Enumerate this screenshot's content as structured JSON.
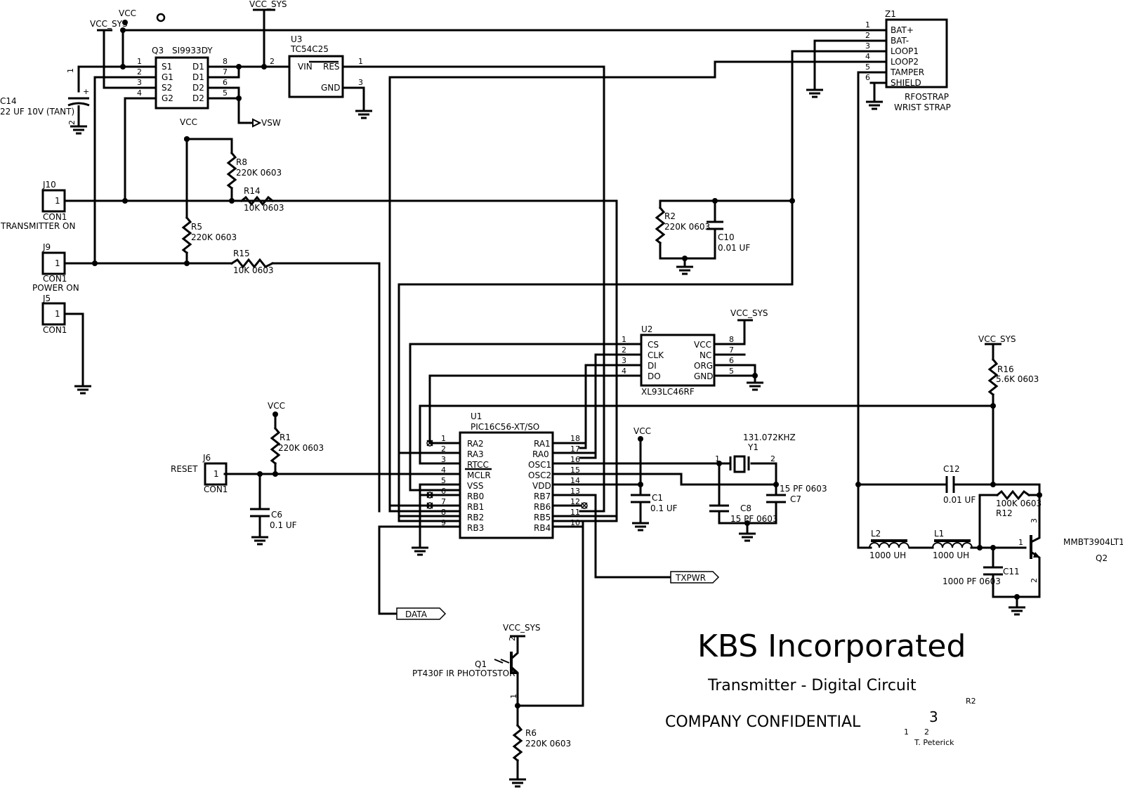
{
  "title_block": {
    "company": "KBS Incorporated",
    "subtitle": "Transmitter - Digital Circuit",
    "confidential": "COMPANY CONFIDENTIAL",
    "revision": "R2",
    "sheet": "3",
    "sheet_a": "1",
    "sheet_b": "2",
    "author": "T. Peterick"
  },
  "power_labels": {
    "vcc": "VCC",
    "vcc_sys": "VCC_SYS",
    "vsw": "VSW"
  },
  "components": {
    "q3": {
      "ref": "Q3",
      "part": "SI9933DY",
      "pins_left": [
        "S1",
        "G1",
        "S2",
        "G2"
      ],
      "pins_right": [
        "D1",
        "D1",
        "D2",
        "D2"
      ],
      "nums_left": [
        "1",
        "2",
        "3",
        "4"
      ],
      "nums_right": [
        "8",
        "7",
        "6",
        "5"
      ]
    },
    "u3": {
      "ref": "U3",
      "part": "TC54C25",
      "pin_vin": "VIN",
      "pin_res": "RES",
      "pin_gnd": "GND",
      "num_vin": "2",
      "num_res": "1",
      "num_gnd": "3"
    },
    "z1": {
      "ref": "Z1",
      "part": "RFOSTRAP",
      "desc": "WRIST STRAP",
      "pins": [
        "BAT+",
        "BAT-",
        "LOOP1",
        "LOOP2",
        "TAMPER",
        "SHIELD"
      ],
      "nums": [
        "1",
        "2",
        "3",
        "4",
        "5",
        "6"
      ]
    },
    "c14": {
      "ref": "C14",
      "value": "22 UF 10V (TANT)",
      "pin1": "1",
      "pin2": "2",
      "plus": "+"
    },
    "r8": {
      "ref": "R8",
      "value": "220K 0603"
    },
    "r14": {
      "ref": "R14",
      "value": "10K 0603"
    },
    "r5": {
      "ref": "R5",
      "value": "220K 0603"
    },
    "r15": {
      "ref": "R15",
      "value": "10K 0603"
    },
    "r2": {
      "ref": "R2",
      "value": "220K 0603"
    },
    "c10": {
      "ref": "C10",
      "value": "0.01 UF"
    },
    "j10": {
      "ref": "J10",
      "pin": "1",
      "type": "CON1",
      "label": "TRANSMITTER ON"
    },
    "j9": {
      "ref": "J9",
      "pin": "1",
      "type": "CON1",
      "label": "POWER ON"
    },
    "j5": {
      "ref": "J5",
      "pin": "1",
      "type": "CON1"
    },
    "j6": {
      "ref": "J6",
      "pin": "1",
      "type": "CON1",
      "label": "RESET"
    },
    "u2": {
      "ref": "U2",
      "part": "XL93LC46RF",
      "pins_left": [
        "CS",
        "CLK",
        "DI",
        "DO"
      ],
      "pins_right": [
        "VCC",
        "NC",
        "ORG",
        "GND"
      ],
      "nums_left": [
        "1",
        "2",
        "3",
        "4"
      ],
      "nums_right": [
        "8",
        "7",
        "6",
        "5"
      ]
    },
    "r16": {
      "ref": "R16",
      "value": "5.6K 0603"
    },
    "r1": {
      "ref": "R1",
      "value": "220K 0603"
    },
    "c6": {
      "ref": "C6",
      "value": "0.1 UF"
    },
    "u1": {
      "ref": "U1",
      "part": "PIC16C56-XT/SO",
      "pins_left": [
        "RA2",
        "RA3",
        "RTCC",
        "MCLR",
        "VSS",
        "RB0",
        "RB1",
        "RB2",
        "RB3"
      ],
      "pins_right": [
        "RA1",
        "RA0",
        "OSC1",
        "OSC2",
        "VDD",
        "RB7",
        "RB6",
        "RB5",
        "RB4"
      ],
      "nums_left": [
        "1",
        "2",
        "3",
        "4",
        "5",
        "6",
        "7",
        "8",
        "9"
      ],
      "nums_right": [
        "18",
        "17",
        "16",
        "15",
        "14",
        "13",
        "12",
        "11",
        "10"
      ]
    },
    "c1": {
      "ref": "C1",
      "value": "0.1 UF"
    },
    "y1": {
      "ref": "Y1",
      "value": "131.072KHZ",
      "pin1": "1",
      "pin2": "2"
    },
    "c8": {
      "ref": "C8",
      "value": "15 PF 0603"
    },
    "c7": {
      "ref": "C7",
      "value": "15 PF 0603"
    },
    "c12": {
      "ref": "C12",
      "value": "0.01 UF"
    },
    "r12": {
      "ref": "R12",
      "value": "100K 0603"
    },
    "l2": {
      "ref": "L2",
      "value": "1000 UH"
    },
    "l1": {
      "ref": "L1",
      "value": "1000 UH"
    },
    "c11": {
      "ref": "C11",
      "value": "1000 PF 0603"
    },
    "q2": {
      "ref": "Q2",
      "part": "MMBT3904LT1",
      "pin1": "1",
      "pin2": "2",
      "pin3": "3"
    },
    "q1": {
      "ref": "Q1",
      "part": "PT430F IR PHOTOTSTOR",
      "pin1": "1",
      "pin2": "2"
    },
    "r6": {
      "ref": "R6",
      "value": "220K 0603"
    }
  },
  "net_flags": {
    "data": "DATA",
    "txpwr": "TXPWR"
  }
}
